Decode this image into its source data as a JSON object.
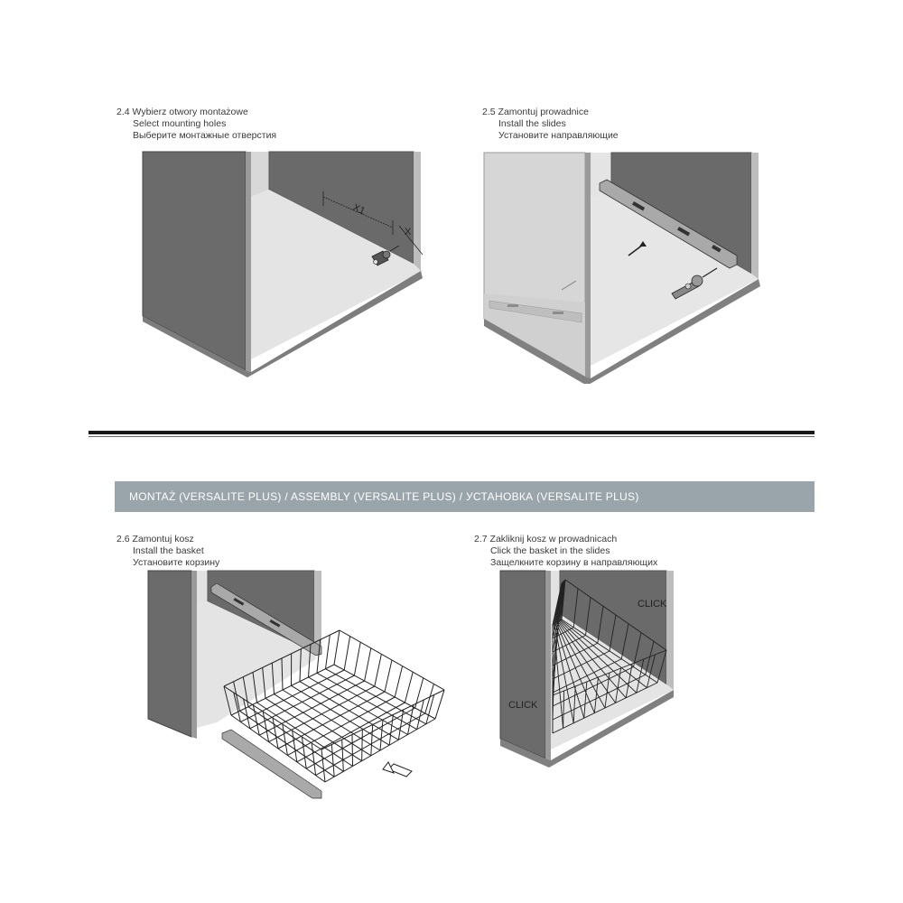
{
  "steps": {
    "s24": {
      "num": "2.4",
      "pl": "Wybierz otwory montażowe",
      "en": "Select mounting holes",
      "ru": "Выберите монтажные отверстия"
    },
    "s25": {
      "num": "2.5",
      "pl": "Zamontuj prowadnice",
      "en": "Install the slides",
      "ru": "Установите направляющие"
    },
    "s26": {
      "num": "2.6",
      "pl": "Zamontuj kosz",
      "en": "Install the basket",
      "ru": "Установите корзину"
    },
    "s27": {
      "num": "2.7",
      "pl": "Zakliknij kosz w prowadnicach",
      "en": "Click the basket in the slides",
      "ru": "Защелкните корзину в направляющих"
    }
  },
  "banner": {
    "title": "MONTAŻ (VERSALITE PLUS) / ASSEMBLY (VERSALITE PLUS) / УСТАНОВКА (VERSALITE PLUS)"
  },
  "figure_labels": {
    "dim_x1": "X1",
    "dim_x": "X",
    "click_right": "CLICK",
    "click_left": "CLICK"
  }
}
